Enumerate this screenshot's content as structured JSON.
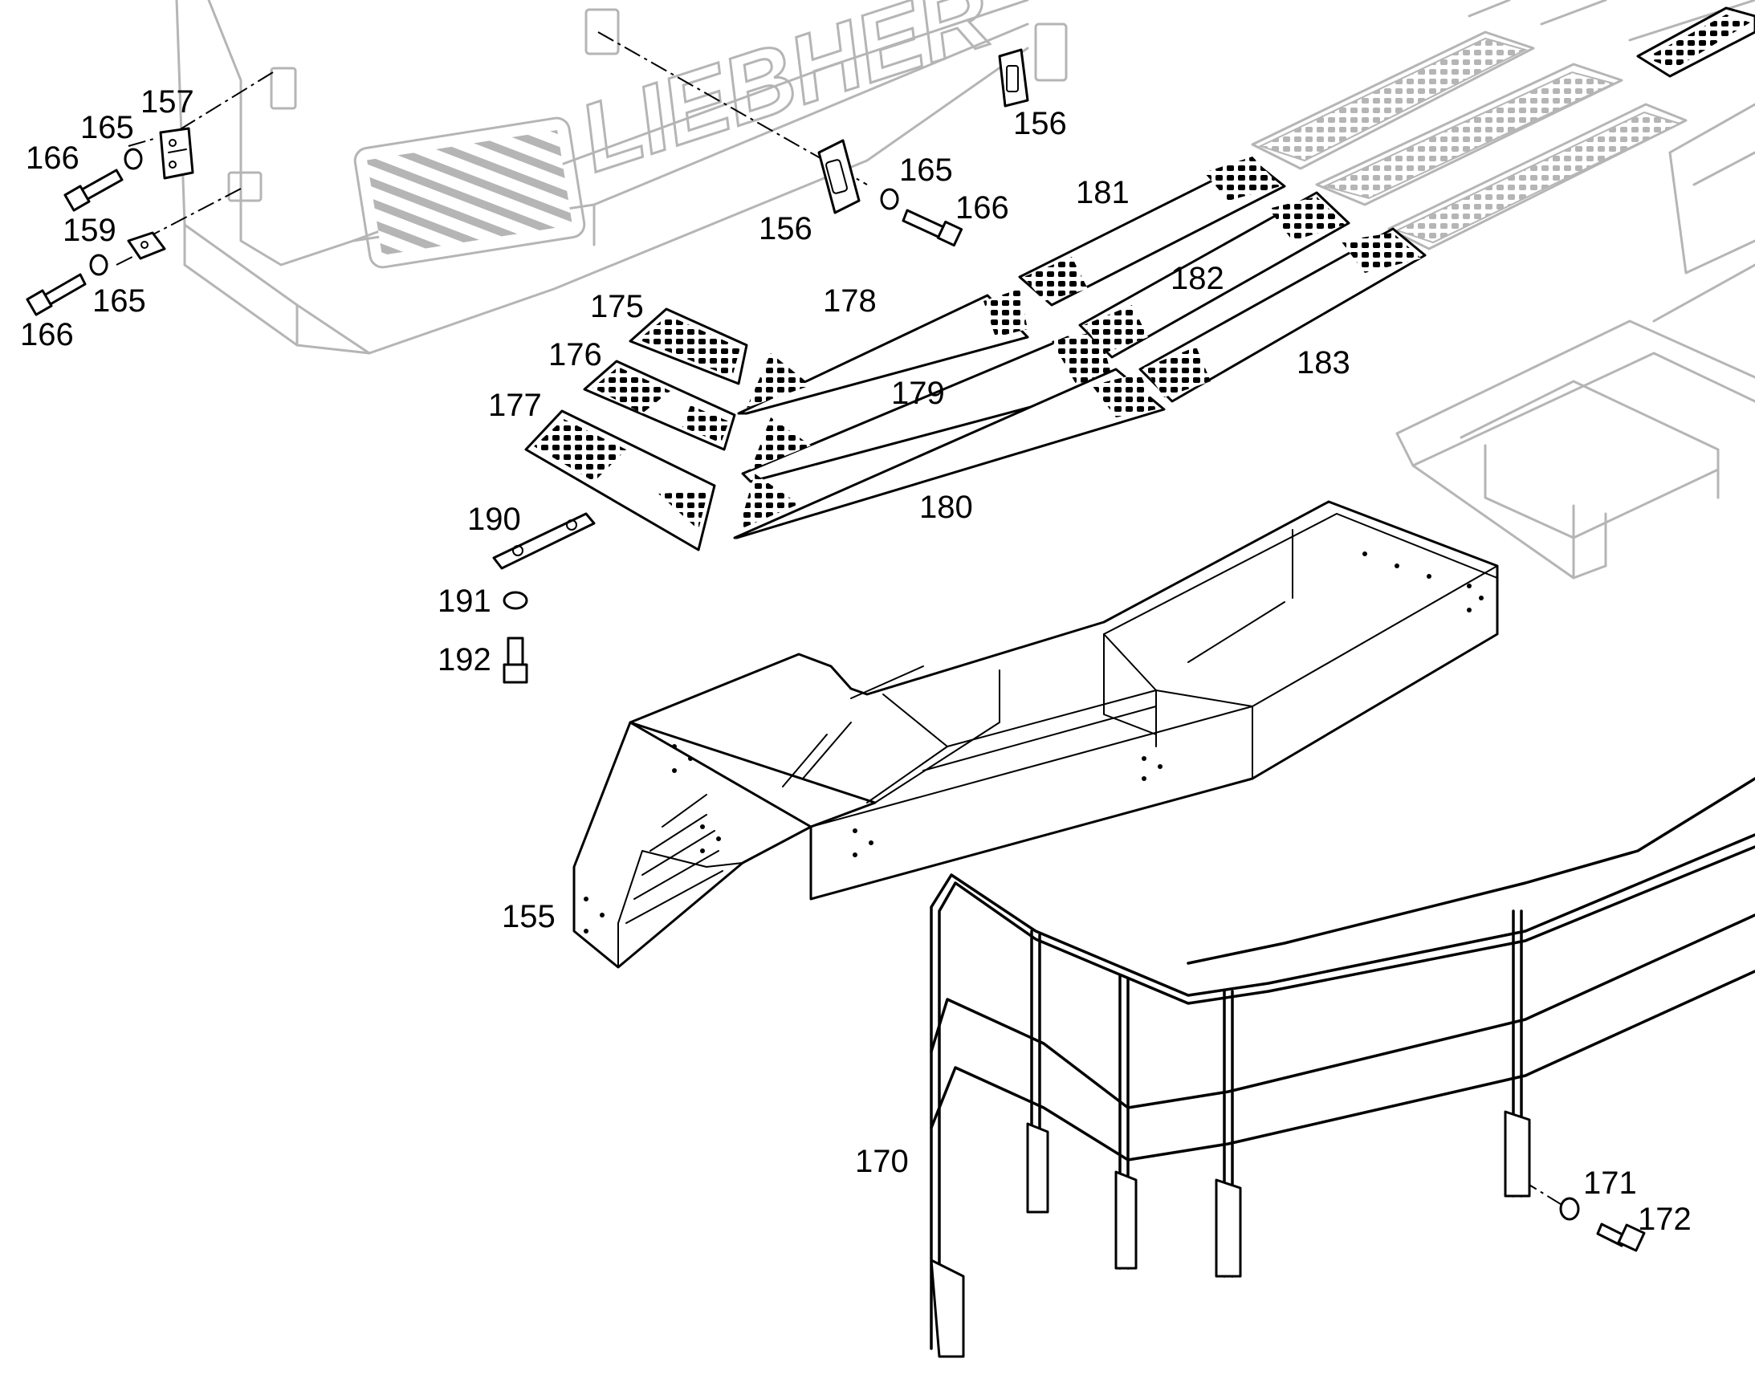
{
  "diagram": {
    "brand_text": "LIEBHER",
    "callouts": [
      {
        "id": "label-157",
        "text": "157"
      },
      {
        "id": "label-165-a",
        "text": "165"
      },
      {
        "id": "label-166-a",
        "text": "166"
      },
      {
        "id": "label-159",
        "text": "159"
      },
      {
        "id": "label-166-b",
        "text": "166"
      },
      {
        "id": "label-165-b",
        "text": "165"
      },
      {
        "id": "label-156-a",
        "text": "156"
      },
      {
        "id": "label-165-c",
        "text": "165"
      },
      {
        "id": "label-166-c",
        "text": "166"
      },
      {
        "id": "label-156-b",
        "text": "156"
      },
      {
        "id": "label-181",
        "text": "181"
      },
      {
        "id": "label-182",
        "text": "182"
      },
      {
        "id": "label-183",
        "text": "183"
      },
      {
        "id": "label-175",
        "text": "175"
      },
      {
        "id": "label-176",
        "text": "176"
      },
      {
        "id": "label-177",
        "text": "177"
      },
      {
        "id": "label-178",
        "text": "178"
      },
      {
        "id": "label-179",
        "text": "179"
      },
      {
        "id": "label-180",
        "text": "180"
      },
      {
        "id": "label-190",
        "text": "190"
      },
      {
        "id": "label-191",
        "text": "191"
      },
      {
        "id": "label-192",
        "text": "192"
      },
      {
        "id": "label-155",
        "text": "155"
      },
      {
        "id": "label-170",
        "text": "170"
      },
      {
        "id": "label-171",
        "text": "171"
      },
      {
        "id": "label-172",
        "text": "172"
      }
    ]
  }
}
